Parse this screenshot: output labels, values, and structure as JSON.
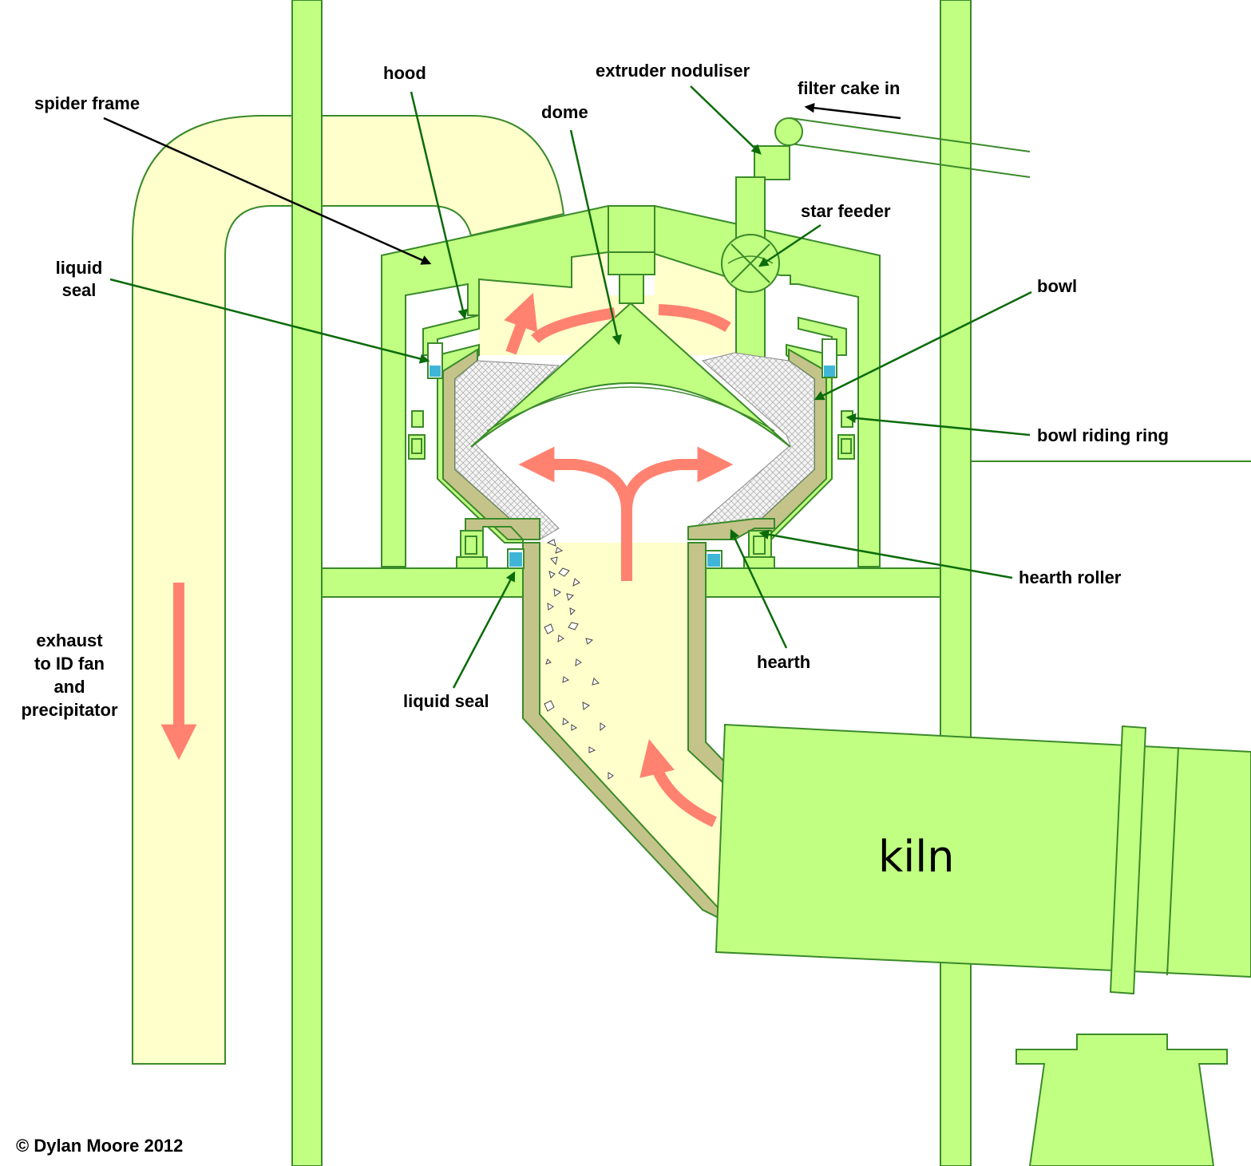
{
  "labels": {
    "spider_frame": "spider frame",
    "hood": "hood",
    "dome": "dome",
    "extruder_noduliser": "extruder noduliser",
    "filter_cake_in": "filter cake in",
    "star_feeder": "star feeder",
    "liquid_seal_top": [
      "liquid",
      "seal"
    ],
    "bowl": "bowl",
    "bowl_riding_ring": "bowl riding ring",
    "hearth_roller": "hearth roller",
    "hearth": "hearth",
    "liquid_seal_bottom": "liquid seal",
    "exhaust": [
      "exhaust",
      "to ID fan",
      "and",
      "precipitator"
    ],
    "kiln": "kiln"
  },
  "copyright": "© Dylan Moore 2012",
  "colors": {
    "equipment_green": "#c1ff82",
    "outline_green": "#3a8a2a",
    "gas_yellow": "#ffffcc",
    "flow_arrow": "#ff8270",
    "pointer_green": "#0b6b0b",
    "liquid_blue": "#3fb6d8",
    "refractory_khaki": "#c4c48a",
    "material_hatch": "#f2f2f2"
  }
}
